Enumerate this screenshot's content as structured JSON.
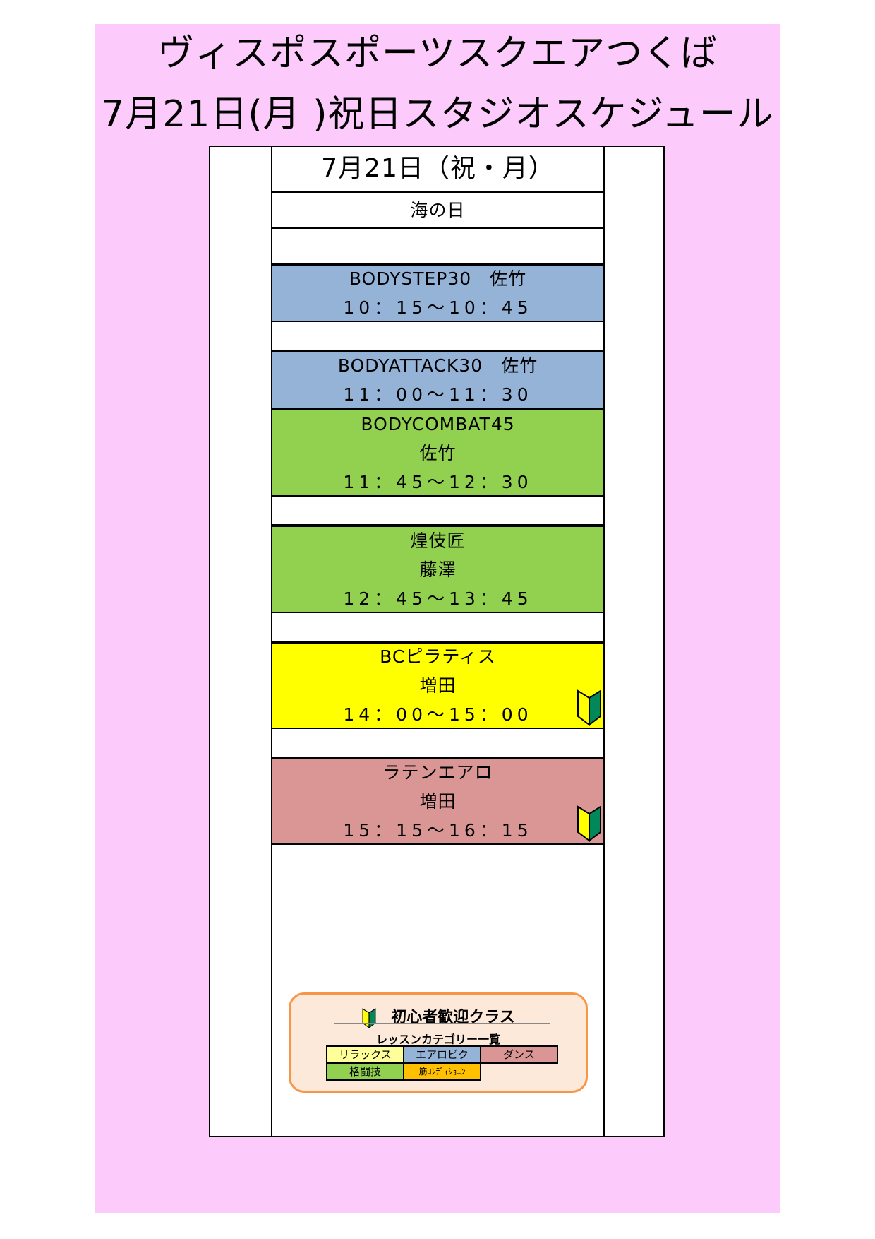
{
  "header": {
    "title_line1": "ヴィスポスポーツスクエアつくば",
    "title_line2": "7月21日(月 )祝日スタジオスケジュール"
  },
  "schedule": {
    "date": "7月21日（祝・月）",
    "holiday": "海の日",
    "classes": [
      {
        "name": "BODYSTEP30　佐竹",
        "instructor": "",
        "time": "10：15～10：45",
        "color": "#95b3d7",
        "beginner": false
      },
      {
        "name": "BODYATTACK30　佐竹",
        "instructor": "",
        "time": "11：00～11：30",
        "color": "#95b3d7",
        "beginner": false
      },
      {
        "name": "BODYCOMBAT45",
        "instructor": "佐竹",
        "time": "11：45～12：30",
        "color": "#92d050",
        "beginner": false
      },
      {
        "name": "煌伎匠",
        "instructor": "藤澤",
        "time": "12：45～13：45",
        "color": "#92d050",
        "beginner": false
      },
      {
        "name": "BCピラティス",
        "instructor": "増田",
        "time": "14：00～15：00",
        "color": "#ffff00",
        "beginner": true
      },
      {
        "name": "ラテンエアロ",
        "instructor": "増田",
        "time": "15：15～16：15",
        "color": "#da9694",
        "beginner": true
      }
    ]
  },
  "legend": {
    "beginner_label": "初心者歓迎クラス",
    "category_title": "レッスンカテゴリー一覧",
    "categories": [
      {
        "label": "リラックス",
        "color": "#ffff99"
      },
      {
        "label": "エアロビク",
        "color": "#95b3d7"
      },
      {
        "label": "ダンス",
        "color": "#da9694"
      },
      {
        "label": "格闘技",
        "color": "#92d050"
      },
      {
        "label": "筋ｺﾝﾃﾞｨｼｮﾆﾝ",
        "color": "#ffc000"
      }
    ]
  }
}
